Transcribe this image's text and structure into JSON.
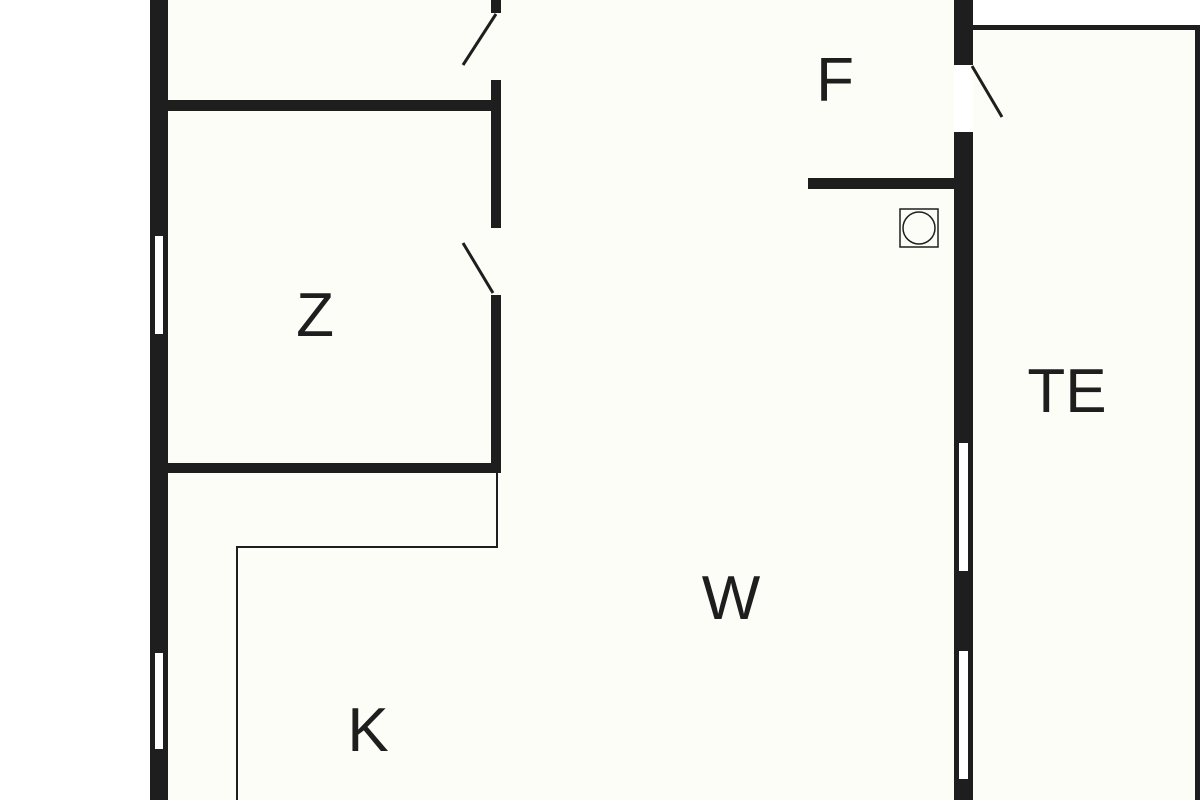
{
  "rooms": [
    {
      "id": "F",
      "label": "F"
    },
    {
      "id": "Z",
      "label": "Z"
    },
    {
      "id": "TE",
      "label": "TE"
    },
    {
      "id": "W",
      "label": "W"
    },
    {
      "id": "K",
      "label": "K"
    }
  ],
  "colors": {
    "wall": "#1e1e1e",
    "floor": "#fdfdf8",
    "background": "#ffffff"
  }
}
